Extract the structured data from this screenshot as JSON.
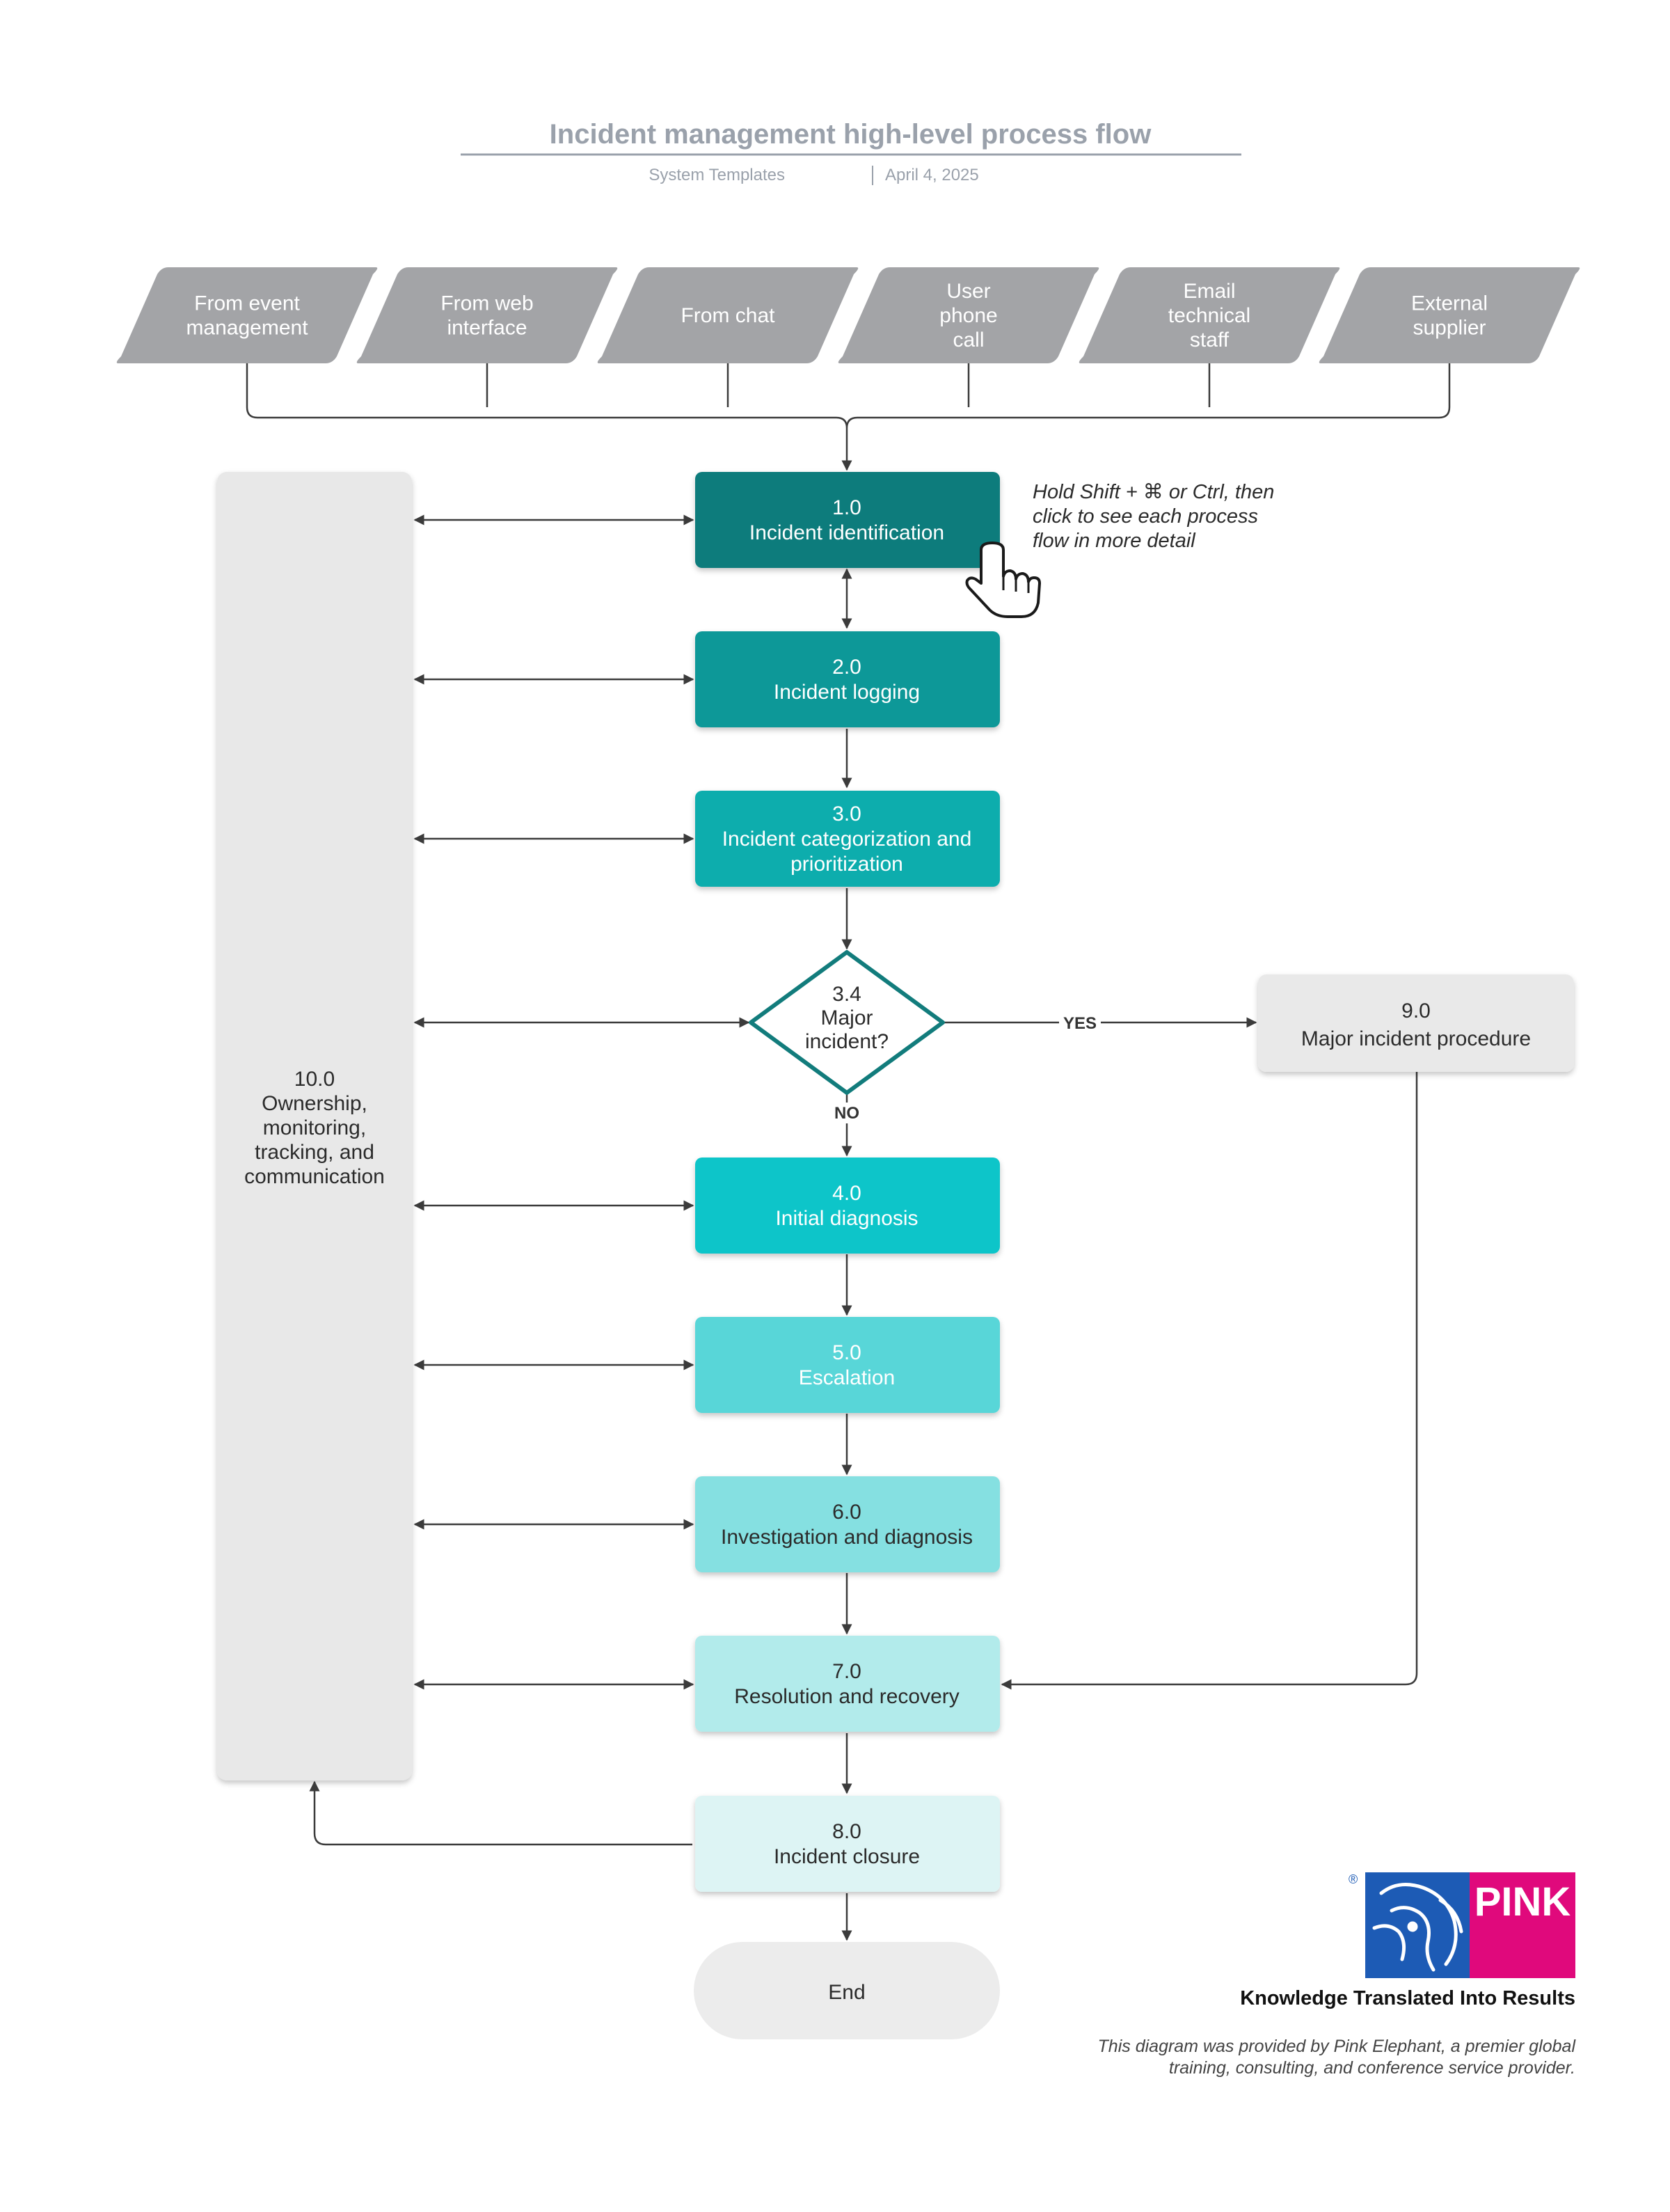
{
  "header": {
    "title": "Incident management high-level process flow",
    "source": "System Templates",
    "date": "April 4, 2025"
  },
  "sources": [
    {
      "lines": [
        "From event",
        "management"
      ]
    },
    {
      "lines": [
        "From web",
        "interface"
      ]
    },
    {
      "lines": [
        "From chat"
      ]
    },
    {
      "lines": [
        "User",
        "phone",
        "call"
      ]
    },
    {
      "lines": [
        "Email",
        "technical",
        "staff"
      ]
    },
    {
      "lines": [
        "External",
        "supplier"
      ]
    }
  ],
  "steps": [
    {
      "id": "1.0",
      "lines": [
        "Incident identification"
      ],
      "color": "#0f7b7b",
      "text_color": "#ffffff"
    },
    {
      "id": "2.0",
      "lines": [
        "Incident logging"
      ],
      "color": "#0b9898",
      "text_color": "#ffffff"
    },
    {
      "id": "3.0",
      "lines": [
        "Incident categorization and",
        "prioritization"
      ],
      "color": "#0aadad",
      "text_color": "#ffffff"
    },
    {
      "id": "4.0",
      "lines": [
        "Initial diagnosis"
      ],
      "color": "#0cc5c9",
      "text_color": "#ffffff"
    },
    {
      "id": "5.0",
      "lines": [
        "Escalation"
      ],
      "color": "#58d6d8",
      "text_color": "#ffffff"
    },
    {
      "id": "6.0",
      "lines": [
        "Investigation and diagnosis"
      ],
      "color": "#85e0e1",
      "text_color": "#2b2b2b"
    },
    {
      "id": "7.0",
      "lines": [
        "Resolution and recovery"
      ],
      "color": "#b2ebeb",
      "text_color": "#2b2b2b"
    },
    {
      "id": "8.0",
      "lines": [
        "Incident closure"
      ],
      "color": "#ddf4f4",
      "text_color": "#2b2b2b"
    }
  ],
  "decision": {
    "id": "3.4",
    "lines": [
      "Major",
      "incident?"
    ],
    "yes_label": "YES",
    "no_label": "NO",
    "stroke": "#127c7c"
  },
  "major_procedure": {
    "id": "9.0",
    "label": "Major incident procedure",
    "color": "#e9e9e9"
  },
  "side_panel": {
    "id": "10.0",
    "lines": [
      "Ownership,",
      "monitoring,",
      "tracking, and",
      "communication"
    ],
    "color": "#e8e8e8"
  },
  "end": {
    "label": "End",
    "color": "#ececec"
  },
  "hint": {
    "lines": [
      "Hold Shift + ⌘ or Ctrl, then",
      "click to see each process",
      "flow in more detail"
    ]
  },
  "branding": {
    "logo_text": "PINK",
    "registered": "®",
    "tagline": "Knowledge Translated Into Results",
    "colors": {
      "blue": "#1d5bb5",
      "magenta": "#e0097c"
    }
  },
  "credit": {
    "lines": [
      "This diagram was provided by Pink Elephant, a premier global",
      "training, consulting, and conference service provider."
    ]
  },
  "colors": {
    "source_shape": "#a3a4a7",
    "connector": "#3b3b3b",
    "title": "#9aa1ab"
  },
  "icons": {
    "pointer": "hand-pointer-icon",
    "logo": "pink-elephant-logo"
  }
}
